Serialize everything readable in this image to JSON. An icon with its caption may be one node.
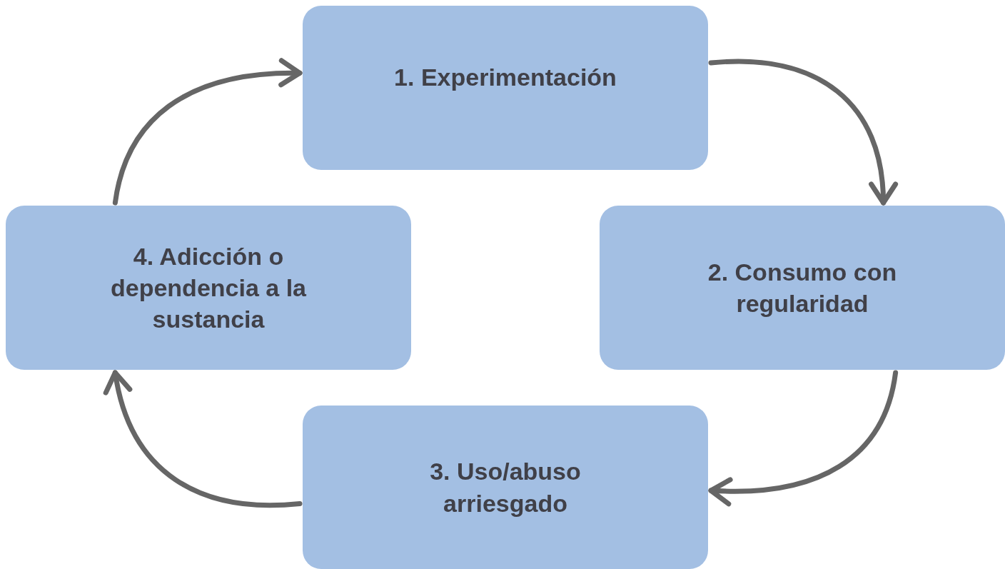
{
  "diagram": {
    "nodes": [
      {
        "text": [
          "1. Experimentación"
        ]
      },
      {
        "text": [
          "2. Consumo con regularidad"
        ]
      },
      {
        "text": [
          "3. Uso/abuso arriesgado"
        ]
      },
      {
        "text": [
          "4. Adicción o dependencia a la sustancia"
        ]
      }
    ],
    "edges": [
      {
        "from": 0,
        "to": 1,
        "arrow": "to"
      },
      {
        "from": 1,
        "to": 2,
        "arrow": "to"
      },
      {
        "from": 2,
        "to": 3,
        "arrow": "to"
      },
      {
        "from": 3,
        "to": 0,
        "arrow": "to"
      }
    ]
  }
}
